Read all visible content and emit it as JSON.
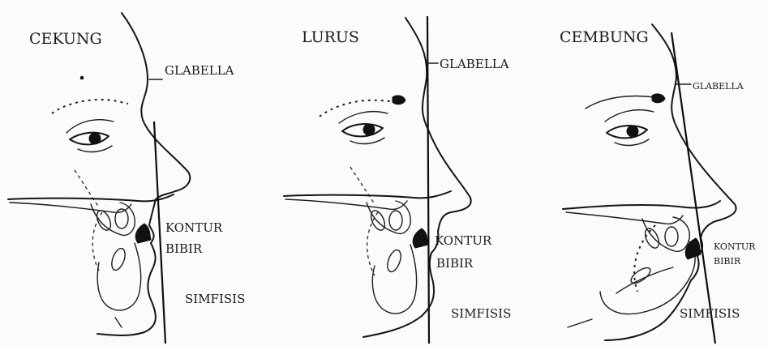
{
  "panels": [
    {
      "title": "CEKUNG",
      "labels": {
        "glabella": "GLABELLA",
        "lip_line1": "KONTUR",
        "lip_line2": "BIBIR",
        "symphysis": "SIMFISIS"
      }
    },
    {
      "title": "LURUS",
      "labels": {
        "glabella": "GLABELLA",
        "lip_line1": "KONTUR",
        "lip_line2": "BIBIR",
        "symphysis": "SIMFISIS"
      }
    },
    {
      "title": "CEMBUNG",
      "labels": {
        "glabella": "GLABELLA",
        "lip_line1": "KONTUR",
        "lip_line2": "BIBIR",
        "symphysis": "SIMFISIS"
      }
    }
  ],
  "colors": {
    "ink": "#141414",
    "paper": "#fbfbfa"
  }
}
